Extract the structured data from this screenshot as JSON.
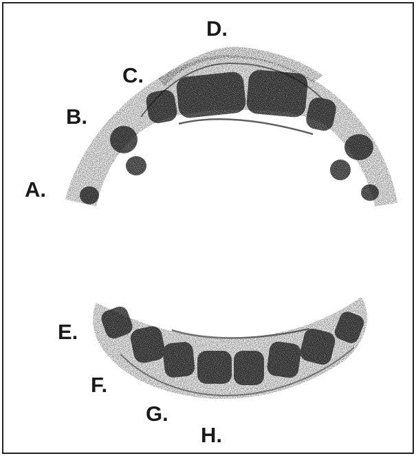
{
  "figure": {
    "labels": [
      {
        "id": "A",
        "text": "A."
      },
      {
        "id": "B",
        "text": "B."
      },
      {
        "id": "C",
        "text": "C."
      },
      {
        "id": "D",
        "text": "D."
      },
      {
        "id": "E",
        "text": "E."
      },
      {
        "id": "F",
        "text": "F."
      },
      {
        "id": "G",
        "text": "G."
      },
      {
        "id": "H",
        "text": "H."
      }
    ],
    "colors": {
      "ink": "#1a1a1a",
      "tooth": "#151515",
      "stipple": "#333333",
      "frame": "#222222",
      "background": "#ffffff"
    }
  }
}
